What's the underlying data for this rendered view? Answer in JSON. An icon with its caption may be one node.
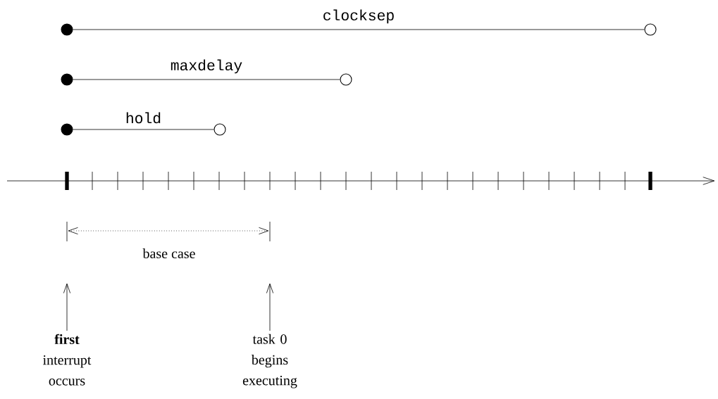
{
  "diagram": {
    "nodes": [
      {
        "text": [],
        "shape": "circle"
      },
      {
        "text": [],
        "shape": "circle"
      },
      {
        "text": [],
        "shape": "circle"
      },
      {
        "text": [],
        "shape": "circle"
      },
      {
        "text": [],
        "shape": "circle"
      },
      {
        "text": [],
        "shape": "circle"
      },
      {
        "text": [
          "**first** interrupt occurs"
        ]
      },
      {
        "text": [
          "task 0 begins executing"
        ]
      }
    ],
    "edges": [
      {
        "from": 0,
        "to": 1,
        "arrow": "none",
        "label": "clocksep"
      },
      {
        "from": 2,
        "to": 3,
        "arrow": "none",
        "label": "maxdelay"
      },
      {
        "from": 4,
        "to": 5,
        "arrow": "none",
        "label": "hold"
      },
      {
        "from": 6,
        "to": null,
        "arrow": "to"
      },
      {
        "from": 7,
        "to": null,
        "arrow": "to"
      }
    ],
    "labels": [
      "base case"
    ]
  }
}
